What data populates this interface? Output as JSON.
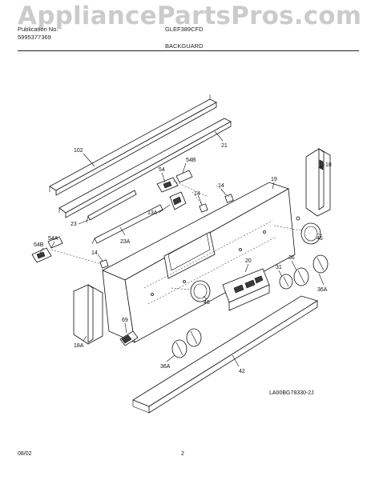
{
  "watermark": "AppliancePartsPros.com",
  "header": {
    "left_line1": "Publication No.",
    "left_line2": "5995377369",
    "model": "GLEF389CFD",
    "title": "BACKGUARD"
  },
  "diagram_code": "LA00BG78330-2J",
  "footer": {
    "date": "08/02",
    "page": "2"
  },
  "labels": {
    "p102": "102",
    "p21": "21",
    "p54b_top": "54B",
    "p54_top": "54",
    "p14_a": "14",
    "p14_b": "14",
    "p14_c": "14",
    "p19": "19",
    "p18": "18",
    "p13a": "13A",
    "p23": "23",
    "p23a": "23A",
    "p54a": "54A",
    "p54b_left": "54B",
    "p20": "20",
    "p31": "31",
    "p36_a": "36",
    "p36a_right": "36A",
    "p46_right": "46",
    "p46_mid": "46",
    "p69": "69",
    "p18a": "18A",
    "p36a_bottom": "36A",
    "p42": "42"
  }
}
